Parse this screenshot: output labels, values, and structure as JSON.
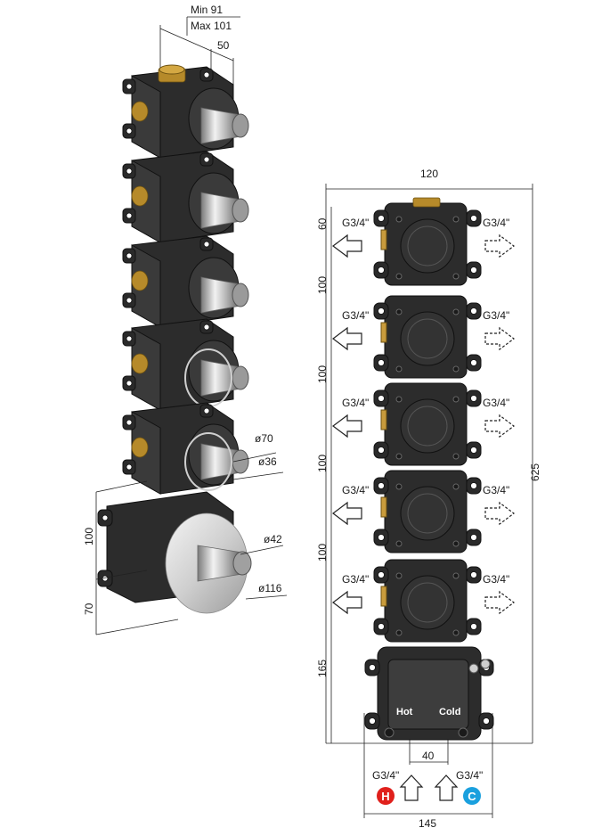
{
  "left_view": {
    "top_dims": {
      "min": "Min 91",
      "max": "Max 101",
      "depth": "50"
    },
    "diameters": {
      "d70": "ø70",
      "d36": "ø36",
      "d42": "ø42",
      "d116": "ø116"
    },
    "side_dims": {
      "d100": "100",
      "d70": "70"
    }
  },
  "right_view": {
    "width_top": "120",
    "height_total": "625",
    "left_dims": [
      "60",
      "100",
      "100",
      "100",
      "100",
      "165"
    ],
    "port_label": "G3/4\"",
    "bottom_spacing": "40",
    "width_bottom": "145",
    "hot_label": "Hot",
    "cold_label": "Cold",
    "hot_badge": "H",
    "cold_badge": "C",
    "hot_color": "#e0201c",
    "cold_color": "#1aa0de"
  }
}
